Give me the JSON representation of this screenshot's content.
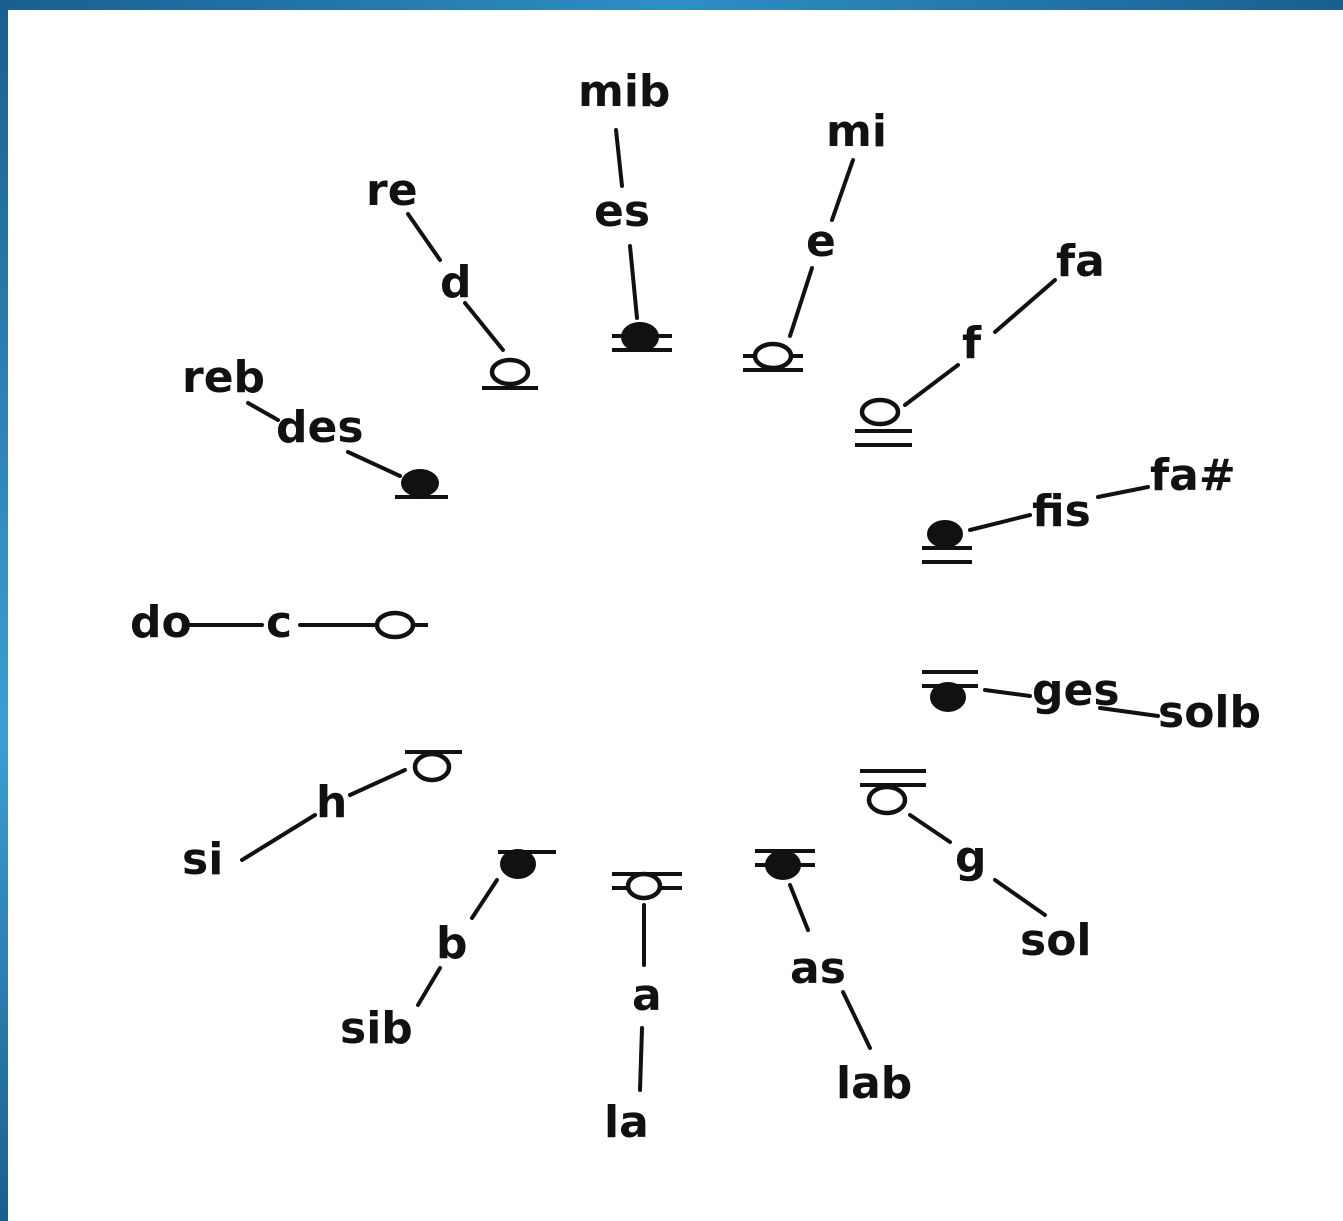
{
  "diagram": {
    "notes": [
      {
        "id": "c",
        "german": "c",
        "solfege": "do",
        "head": "open"
      },
      {
        "id": "des",
        "german": "des",
        "solfege": "reb",
        "head": "filled"
      },
      {
        "id": "d",
        "german": "d",
        "solfege": "re",
        "head": "open"
      },
      {
        "id": "es",
        "german": "es",
        "solfege": "mib",
        "head": "filled"
      },
      {
        "id": "e",
        "german": "e",
        "solfege": "mi",
        "head": "open"
      },
      {
        "id": "f",
        "german": "f",
        "solfege": "fa",
        "head": "open"
      },
      {
        "id": "fis",
        "german": "fis",
        "solfege": "fa#",
        "head": "filled"
      },
      {
        "id": "ges",
        "german": "ges",
        "solfege": "solb",
        "head": "filled"
      },
      {
        "id": "g",
        "german": "g",
        "solfege": "sol",
        "head": "open"
      },
      {
        "id": "as",
        "german": "as",
        "solfege": "lab",
        "head": "filled"
      },
      {
        "id": "a",
        "german": "a",
        "solfege": "la",
        "head": "open"
      },
      {
        "id": "b",
        "german": "b",
        "solfege": "sib",
        "head": "filled"
      },
      {
        "id": "h",
        "german": "h",
        "solfege": "si",
        "head": "open"
      }
    ]
  }
}
